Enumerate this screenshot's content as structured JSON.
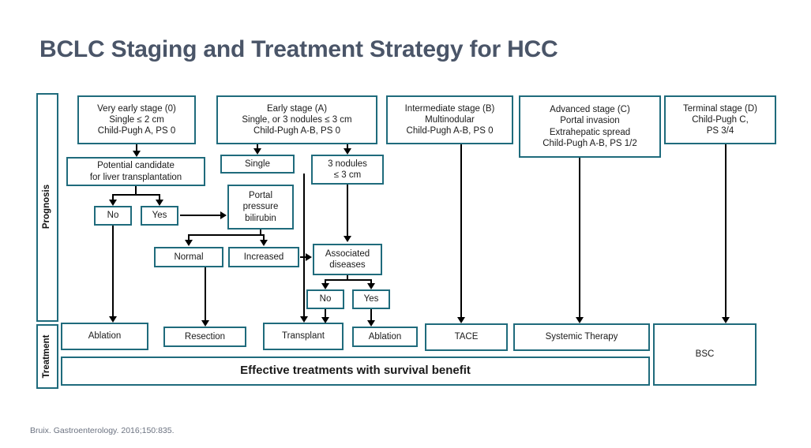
{
  "title": "BCLC Staging and Treatment Strategy for HCC",
  "citation": "Bruix. Gastroenterology. 2016;150:835.",
  "colors": {
    "border": "#1F6B7C",
    "title": "#4A5568",
    "connector": "#000000",
    "background": "#FFFFFF"
  },
  "rails": {
    "prognosis": "Prognosis",
    "treatment": "Treatment"
  },
  "stages": [
    {
      "id": "stage-0",
      "label": "Very early stage (0)\nSingle ≤ 2 cm\nChild-Pugh A, PS 0"
    },
    {
      "id": "stage-a",
      "label": "Early stage (A)\nSingle, or 3 nodules ≤ 3 cm\nChild-Pugh A-B, PS 0"
    },
    {
      "id": "stage-b",
      "label": "Intermediate stage (B)\nMultinodular\nChild-Pugh A-B, PS 0"
    },
    {
      "id": "stage-c",
      "label": "Advanced stage (C)\nPortal invasion\nExtrahepatic spread\nChild-Pugh A-B, PS 1/2"
    },
    {
      "id": "stage-d",
      "label": "Terminal stage (D)\nChild-Pugh C,\nPS 3/4"
    }
  ],
  "prognosis_nodes": [
    {
      "id": "candidate-transplant",
      "label": "Potential candidate\nfor liver transplantation"
    },
    {
      "id": "candidate-no",
      "label": "No"
    },
    {
      "id": "candidate-yes",
      "label": "Yes"
    },
    {
      "id": "single",
      "label": "Single"
    },
    {
      "id": "portal-pressure-bilirubin",
      "label": "Portal\npressure\nbilirubin"
    },
    {
      "id": "normal",
      "label": "Normal"
    },
    {
      "id": "increased",
      "label": "Increased"
    },
    {
      "id": "three-nodules",
      "label": "3 nodules\n≤ 3 cm"
    },
    {
      "id": "associated-diseases",
      "label": "Associated\ndiseases"
    },
    {
      "id": "associated-no",
      "label": "No"
    },
    {
      "id": "associated-yes",
      "label": "Yes"
    }
  ],
  "treatments": [
    {
      "id": "treatment-ablation-1",
      "label": "Ablation"
    },
    {
      "id": "treatment-resection",
      "label": "Resection"
    },
    {
      "id": "treatment-transplant",
      "label": "Transplant"
    },
    {
      "id": "treatment-ablation-2",
      "label": "Ablation"
    },
    {
      "id": "treatment-tace",
      "label": "TACE"
    },
    {
      "id": "treatment-systemic",
      "label": "Systemic Therapy"
    },
    {
      "id": "treatment-bsc",
      "label": "BSC"
    }
  ],
  "banner": "Effective treatments with survival benefit"
}
